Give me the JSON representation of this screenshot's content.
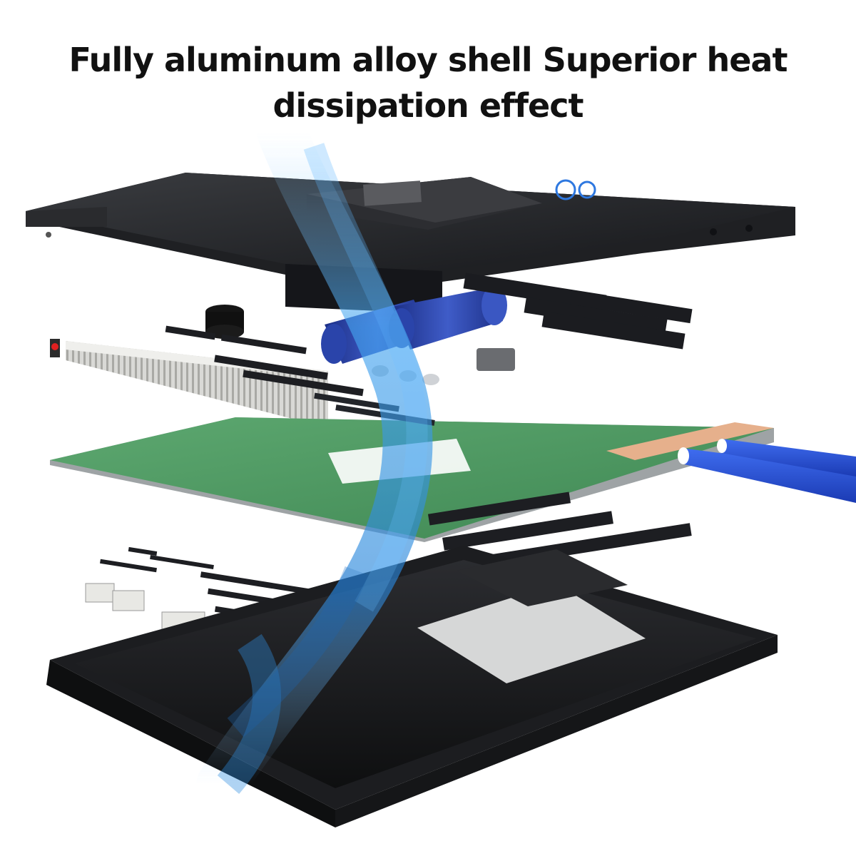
{
  "headline": {
    "line1": "Fully aluminum alloy shell Superior heat",
    "line2": "dissipation effect"
  },
  "colors": {
    "background": "#ffffff",
    "shell": "#1b1c1e",
    "pcb": "#4f9a62",
    "airflow": "#2f8fe0",
    "capacitor": "#2d48b0",
    "copper_pad": "#e6b08c"
  },
  "icons": [
    "led-indicator",
    "qr-code",
    "capacitor",
    "chip",
    "connector"
  ]
}
